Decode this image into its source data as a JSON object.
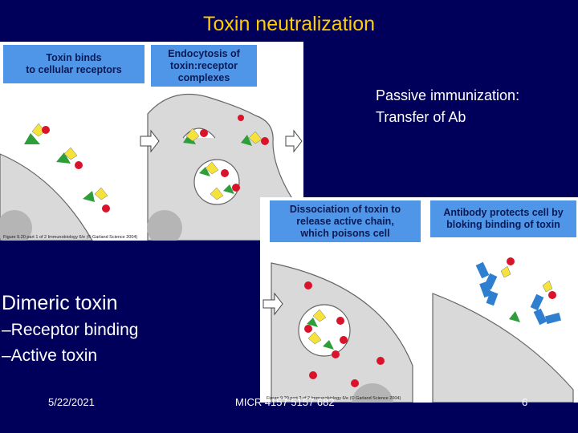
{
  "slide": {
    "title": "Toxin neutralization",
    "passive_line1": "Passive immunization:",
    "passive_line2": "Transfer of Ab",
    "dimeric": "Dimeric toxin",
    "bullets": [
      "–Receptor binding",
      "–Active toxin"
    ],
    "footer_date": "5/22/2021",
    "footer_course": "MICR 4157 5157 682",
    "footer_page": "6"
  },
  "figure_top": {
    "panel1_label": [
      "Toxin binds",
      "to cellular receptors"
    ],
    "panel2_label": [
      "Endocytosis of",
      "toxin:receptor",
      "complexes"
    ],
    "caption": "Figure 9.20 part 1 of 2 Immunobiology 6/e (© Garland Science 2004)"
  },
  "figure_bottom": {
    "panel3_label": [
      "Dissociation of toxin to",
      "release active chain,",
      "which poisons cell"
    ],
    "panel4_label": [
      "Antibody protects cell by",
      "bloking binding of toxin"
    ],
    "caption": "Figure 9.20 part 2 of 2 Immunobiology 6/e (© Garland Science 2004)"
  },
  "colors": {
    "background": "#00005a",
    "title": "#ffcc00",
    "label_box": "#4f95e8",
    "cell": "#d9d9d9",
    "toxin_yellow": "#f5e23a",
    "toxin_red": "#d9132a",
    "receptor_green": "#2e9e3a",
    "antibody_blue": "#2f7fd0"
  }
}
